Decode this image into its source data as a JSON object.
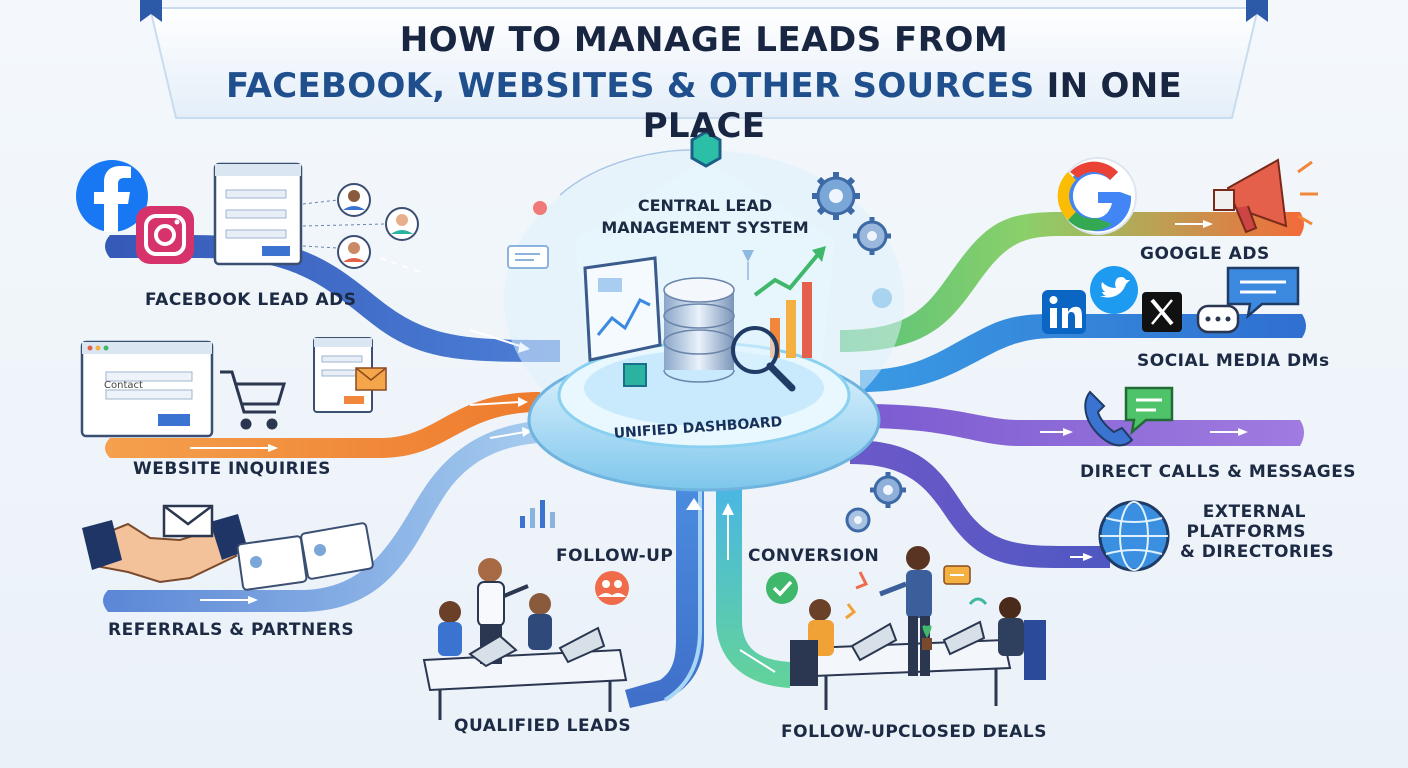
{
  "title": {
    "line1": "HOW TO MANAGE LEADS FROM",
    "line2_a": "FACEBOOK, WEBSITES & OTHER SOURCES",
    "line2_b": "IN ONE PLACE"
  },
  "hub": {
    "line1": "CENTRAL LEAD",
    "line2": "MANAGEMENT SYSTEM",
    "dashboard": "UNIFIED DASHBOARD"
  },
  "sources_left": [
    {
      "label": "FACEBOOK LEAD ADS"
    },
    {
      "label": "WEBSITE INQUIRIES"
    },
    {
      "label": "REFERRALS & PARTNERS"
    }
  ],
  "sources_right": [
    {
      "label": "GOOGLE ADS"
    },
    {
      "label": "SOCIAL MEDIA DMs"
    },
    {
      "label": "DIRECT CALLS & MESSAGES"
    },
    {
      "label_line1": "EXTERNAL",
      "label_line2": "PLATFORMS",
      "label_line3": "& DIRECTORIES"
    }
  ],
  "stages": {
    "follow_up_1": "FOLLOW-UP",
    "conversion": "CONVERSION",
    "qualified_leads": "QUALIFIED LEADS",
    "follow_up_2": "FOLLOW-UP",
    "closed_deals": "CLOSED DEALS"
  },
  "mini_text": {
    "form_word": "Contact"
  },
  "colors": {
    "blue_path": "#3f63c4",
    "orange_path": "#f08a3c",
    "light_blue_path": "#7aa8e0",
    "google_path": "#f27a3a",
    "social_path": "#3d8fe0",
    "purple_path": "#8a63d2",
    "external_path": "#6a58c9",
    "hub_glow": "#bfe6fb"
  }
}
